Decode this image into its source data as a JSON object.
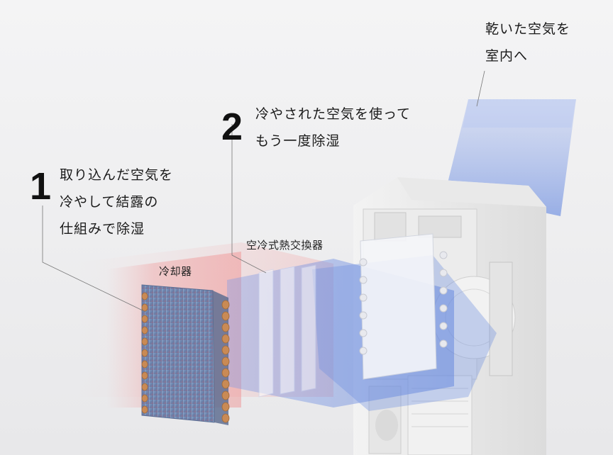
{
  "step1": {
    "number": "1",
    "lines": [
      "取り込んだ空気を",
      "冷やして結露の",
      "仕組みで除湿"
    ]
  },
  "step2": {
    "number": "2",
    "lines": [
      "冷やされた空気を使って",
      "もう一度除湿"
    ]
  },
  "outflow": {
    "lines": [
      "乾いた空気を",
      "室内へ"
    ]
  },
  "labels": {
    "cooler": "冷却器",
    "heat_exchanger": "空冷式熱交換器"
  },
  "colors": {
    "warm_air": "#f08a8a",
    "cool_air": "#6e8fe0",
    "copper": "#c98a55",
    "background": "#eeeeef"
  }
}
